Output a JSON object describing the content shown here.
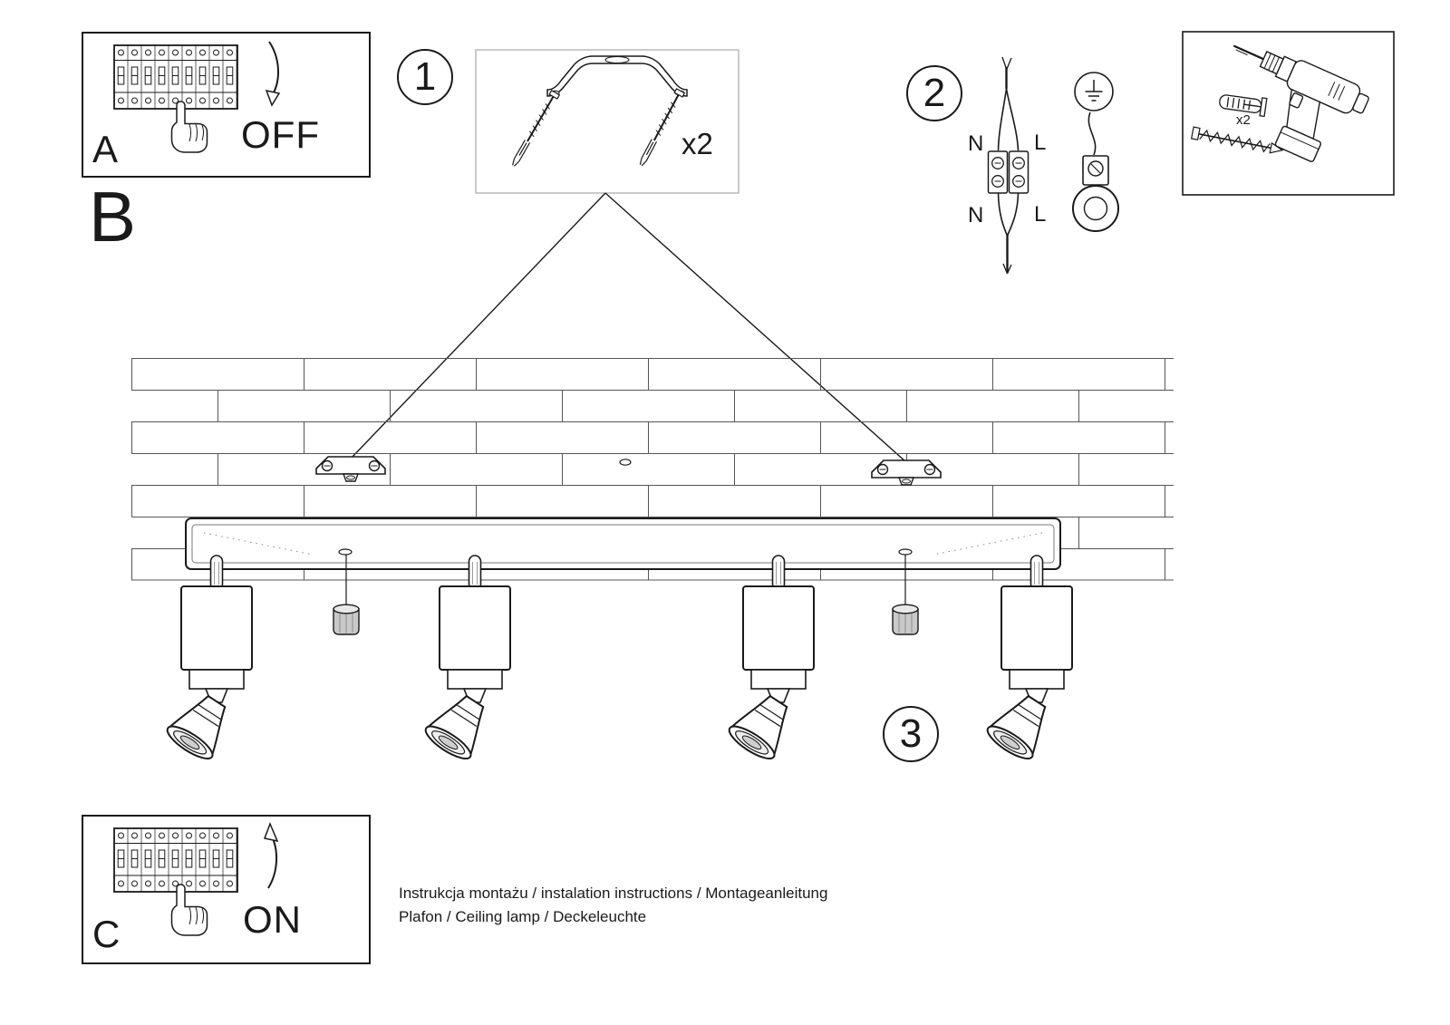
{
  "sections": {
    "a": {
      "label": "A",
      "switch_label": "OFF"
    },
    "b": {
      "label": "B"
    },
    "c": {
      "label": "C",
      "switch_label": "ON"
    }
  },
  "steps": {
    "one": "1",
    "two": "2",
    "three": "3"
  },
  "parts_box": {
    "quantity_label": "x2"
  },
  "tools_box": {
    "quantity_label": "x2"
  },
  "wiring": {
    "neutral_top": "N",
    "live_top": "L",
    "neutral_bottom": "N",
    "live_bottom": "L"
  },
  "footer": {
    "line1": "Instrukcja montażu / instalation instructions / Montageanleitung",
    "line2": "Plafon / Ceiling lamp / Deckeleuchte"
  },
  "colors": {
    "ink": "#1a1a1a",
    "brick_line": "#555555",
    "parts_box_border": "#b5b5b5"
  }
}
